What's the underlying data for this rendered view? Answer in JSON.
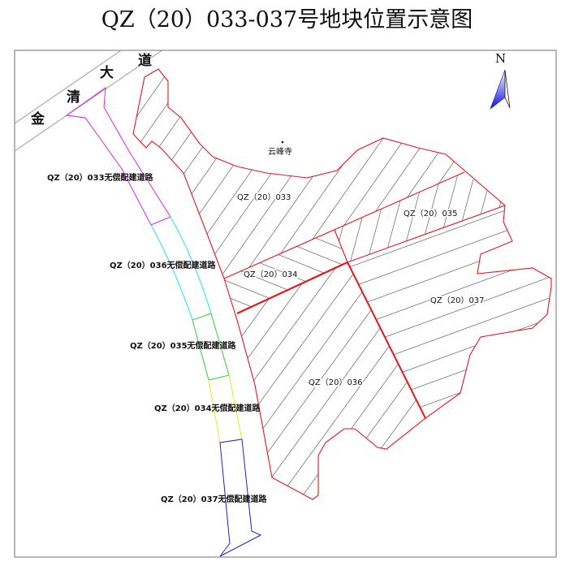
{
  "title": "QZ（20）033-037号地块位置示意图",
  "north_label": "N",
  "road_name_chars": [
    "金",
    "清",
    "大",
    "道"
  ],
  "landmark": "云峰寺",
  "parcels": {
    "p033": "QZ（20）033",
    "p034": "QZ（20）034",
    "p035": "QZ（20）035",
    "p036": "QZ（20）036",
    "p037": "QZ（20）037"
  },
  "road_segments": {
    "r033": "QZ（20）033无偿配建道路",
    "r036": "QZ（20）036无偿配建道路",
    "r035": "QZ（20）035无偿配建道路",
    "r034": "QZ（20）034无偿配建道路",
    "r037": "QZ（20）037无偿配建道路"
  },
  "colors": {
    "parcel_boundary": "#e8161b",
    "road_033": "#e020e0",
    "road_036": "#20e0f0",
    "road_035": "#30d030",
    "road_034": "#f0f020",
    "road_037": "#2020d0",
    "main_road": "#9a9a9a"
  }
}
